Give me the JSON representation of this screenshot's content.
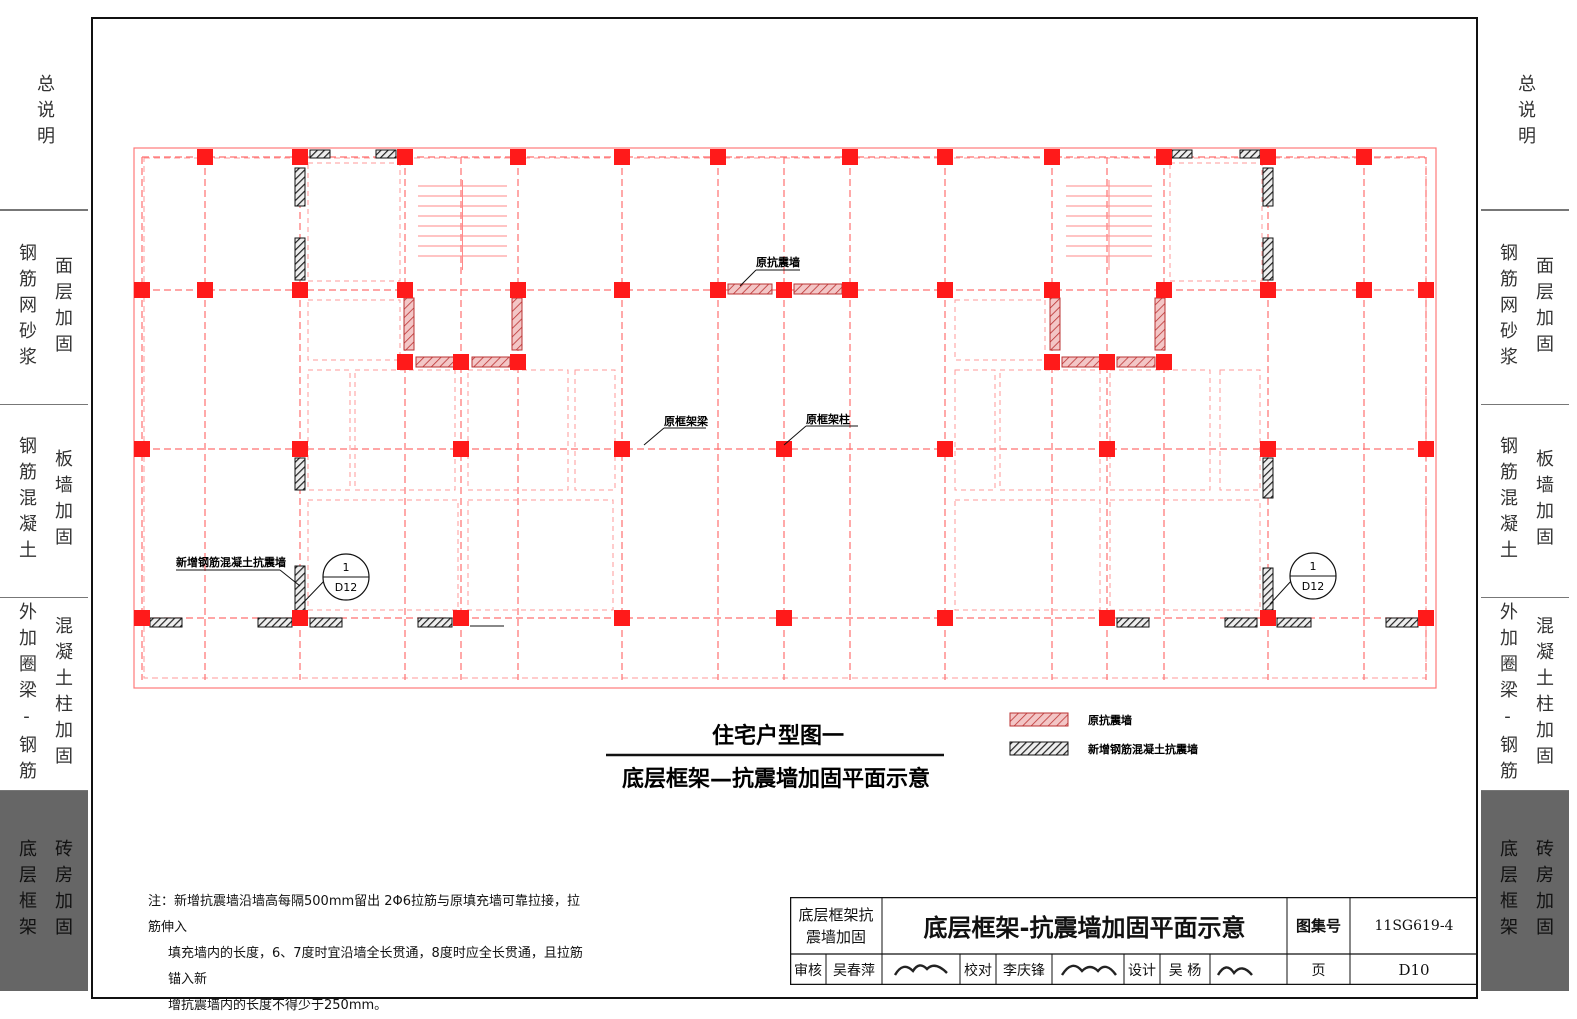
{
  "sidebar_left": [
    {
      "cols": [
        "总说明"
      ],
      "dark": false
    },
    {
      "cols": [
        "钢筋网砂浆",
        "面层加固"
      ],
      "dark": false
    },
    {
      "cols": [
        "钢筋混凝土",
        "板墙加固"
      ],
      "dark": false
    },
    {
      "cols": [
        "外加圈梁-钢筋",
        "混凝土柱加固"
      ],
      "dark": false
    },
    {
      "cols": [
        "底层框架",
        "砖房加固"
      ],
      "dark": true
    }
  ],
  "sidebar_right": [
    {
      "cols": [
        "总说明"
      ],
      "dark": false
    },
    {
      "cols": [
        "钢筋网砂浆",
        "面层加固"
      ],
      "dark": false
    },
    {
      "cols": [
        "钢筋混凝土",
        "板墙加固"
      ],
      "dark": false
    },
    {
      "cols": [
        "外加圈梁-钢筋",
        "混凝土柱加固"
      ],
      "dark": false
    },
    {
      "cols": [
        "底层框架",
        "砖房加固"
      ],
      "dark": true
    }
  ],
  "plan": {
    "labels": {
      "original_wall": "原抗震墙",
      "original_beam": "原框架梁",
      "original_column": "原框架柱",
      "new_wall": "新增钢筋混凝土抗震墙"
    },
    "detail_ref": {
      "number": "1",
      "sheet": "D12"
    }
  },
  "legend": {
    "original_wall": "原抗震墙",
    "new_wall": "新增钢筋混凝土抗震墙"
  },
  "drawing_title": {
    "line1": "住宅户型图一",
    "line2": "底层框架—抗震墙加固平面示意"
  },
  "note": {
    "line1": "注：新增抗震墙沿墙高每隔500mm留出 2Φ6拉筋与原填充墙可靠拉接，拉筋伸入",
    "line2": "填充墙内的长度，6、7度时宜沿墙全长贯通，8度时应全长贯通，且拉筋锚入新",
    "line3": "增抗震墙内的长度不得少于250mm。"
  },
  "title_block": {
    "category": "底层框架抗震墙加固",
    "title": "底层框架-抗震墙加固平面示意",
    "atlas_label": "图集号",
    "atlas_no": "11SG619-4",
    "review_label": "审核",
    "reviewer": "吴春萍",
    "check_label": "校对",
    "checker": "李庆锋",
    "design_label": "设计",
    "designer": "吴 杨",
    "page_label": "页",
    "page_no": "D10"
  },
  "colors": {
    "column": "#ff1a1a",
    "wall_fill": "#e8a0a0",
    "new_wall_fill": "#555555",
    "grid": "#ff6a6a",
    "frame": "#111111",
    "sidebar_dark": "#666666"
  }
}
